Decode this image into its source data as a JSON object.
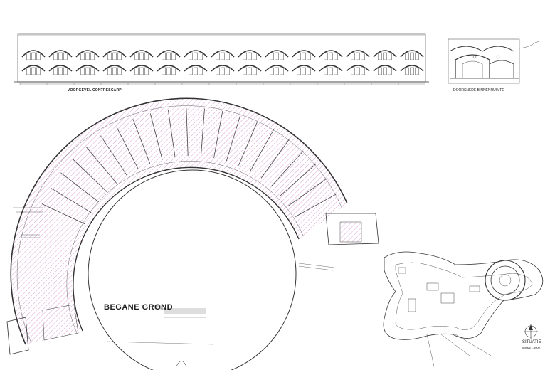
{
  "drawing": {
    "elevation_title": "VOORGEVEL CONTRESCARP",
    "section_title": "DOORSNEDE BINNENRUIMTE",
    "plan_title": "BEGANE GROND",
    "site_title": "SITUATIE",
    "site_scale": "schaal 1:1000"
  },
  "colors": {
    "line": "#3a3a3a",
    "hatch": "#d9a3cf",
    "paper": "#ffffff"
  }
}
